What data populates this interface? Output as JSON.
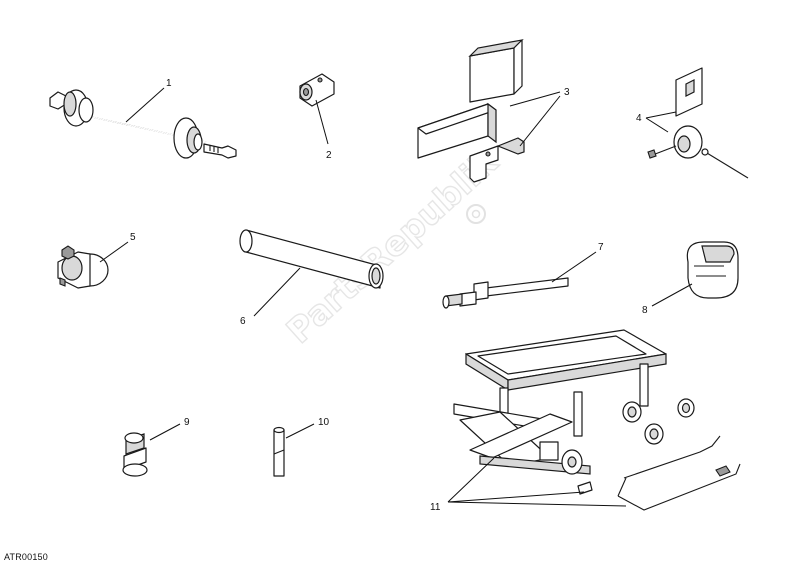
{
  "watermark": "PartsRepublik",
  "drawing_code": "ATR00150",
  "callouts": [
    "1",
    "2",
    "3",
    "4",
    "5",
    "6",
    "7",
    "8",
    "9",
    "10",
    "11"
  ]
}
